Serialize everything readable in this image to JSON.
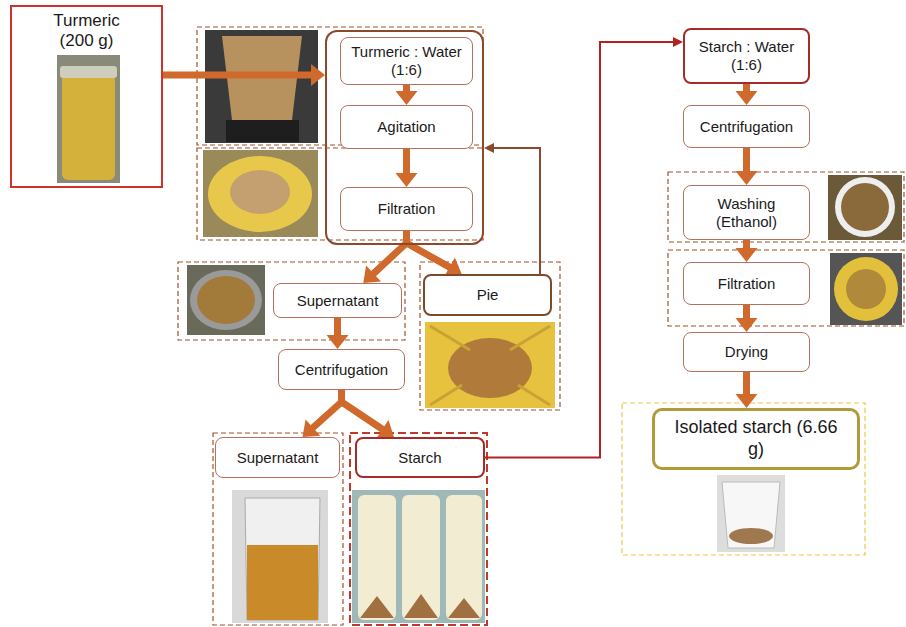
{
  "diagram": {
    "nodes": [
      {
        "text": [
          "Turmeric (200 g)"
        ]
      },
      {
        "text": []
      },
      {
        "text": [
          "Turmeric : Water (1:6)"
        ],
        "in": 1
      },
      {
        "text": [
          "Agitation"
        ],
        "in": 1
      },
      {
        "text": [
          "Filtration"
        ],
        "in": 1
      },
      {
        "text": [
          "Supernatant"
        ]
      },
      {
        "text": [
          "Pie"
        ]
      },
      {
        "text": [
          "Centrifugation"
        ]
      },
      {
        "text": [
          "Supernatant"
        ]
      },
      {
        "text": [
          "Starch"
        ]
      },
      {
        "text": [
          "Starch : Water (1:6)"
        ]
      },
      {
        "text": [
          "Centrifugation"
        ]
      },
      {
        "text": [
          "Washing (Ethanol)"
        ]
      },
      {
        "text": [
          "Filtration"
        ]
      },
      {
        "text": [
          "Drying"
        ]
      },
      {
        "text": [
          "Isolated starch (6.66 g)"
        ]
      }
    ],
    "edges": [
      {
        "from": 0,
        "to": 1,
        "arrow": "to"
      },
      {
        "from": 2,
        "to": 3,
        "arrow": "to"
      },
      {
        "from": 3,
        "to": 4,
        "arrow": "to"
      },
      {
        "from": 4,
        "to": 5,
        "arrow": "to"
      },
      {
        "from": 4,
        "to": 6,
        "arrow": "to"
      },
      {
        "from": 6,
        "to": 1,
        "arrow": "to"
      },
      {
        "from": 5,
        "to": 7,
        "arrow": "to"
      },
      {
        "from": 7,
        "to": 8,
        "arrow": "to"
      },
      {
        "from": 7,
        "to": 9,
        "arrow": "to"
      },
      {
        "from": 9,
        "to": 10,
        "arrow": "to"
      },
      {
        "from": 10,
        "to": 11,
        "arrow": "to"
      },
      {
        "from": 11,
        "to": 12,
        "arrow": "to"
      },
      {
        "from": 12,
        "to": 13,
        "arrow": "to"
      },
      {
        "from": 13,
        "to": 14,
        "arrow": "to"
      },
      {
        "from": 14,
        "to": 15,
        "arrow": "to"
      }
    ]
  }
}
